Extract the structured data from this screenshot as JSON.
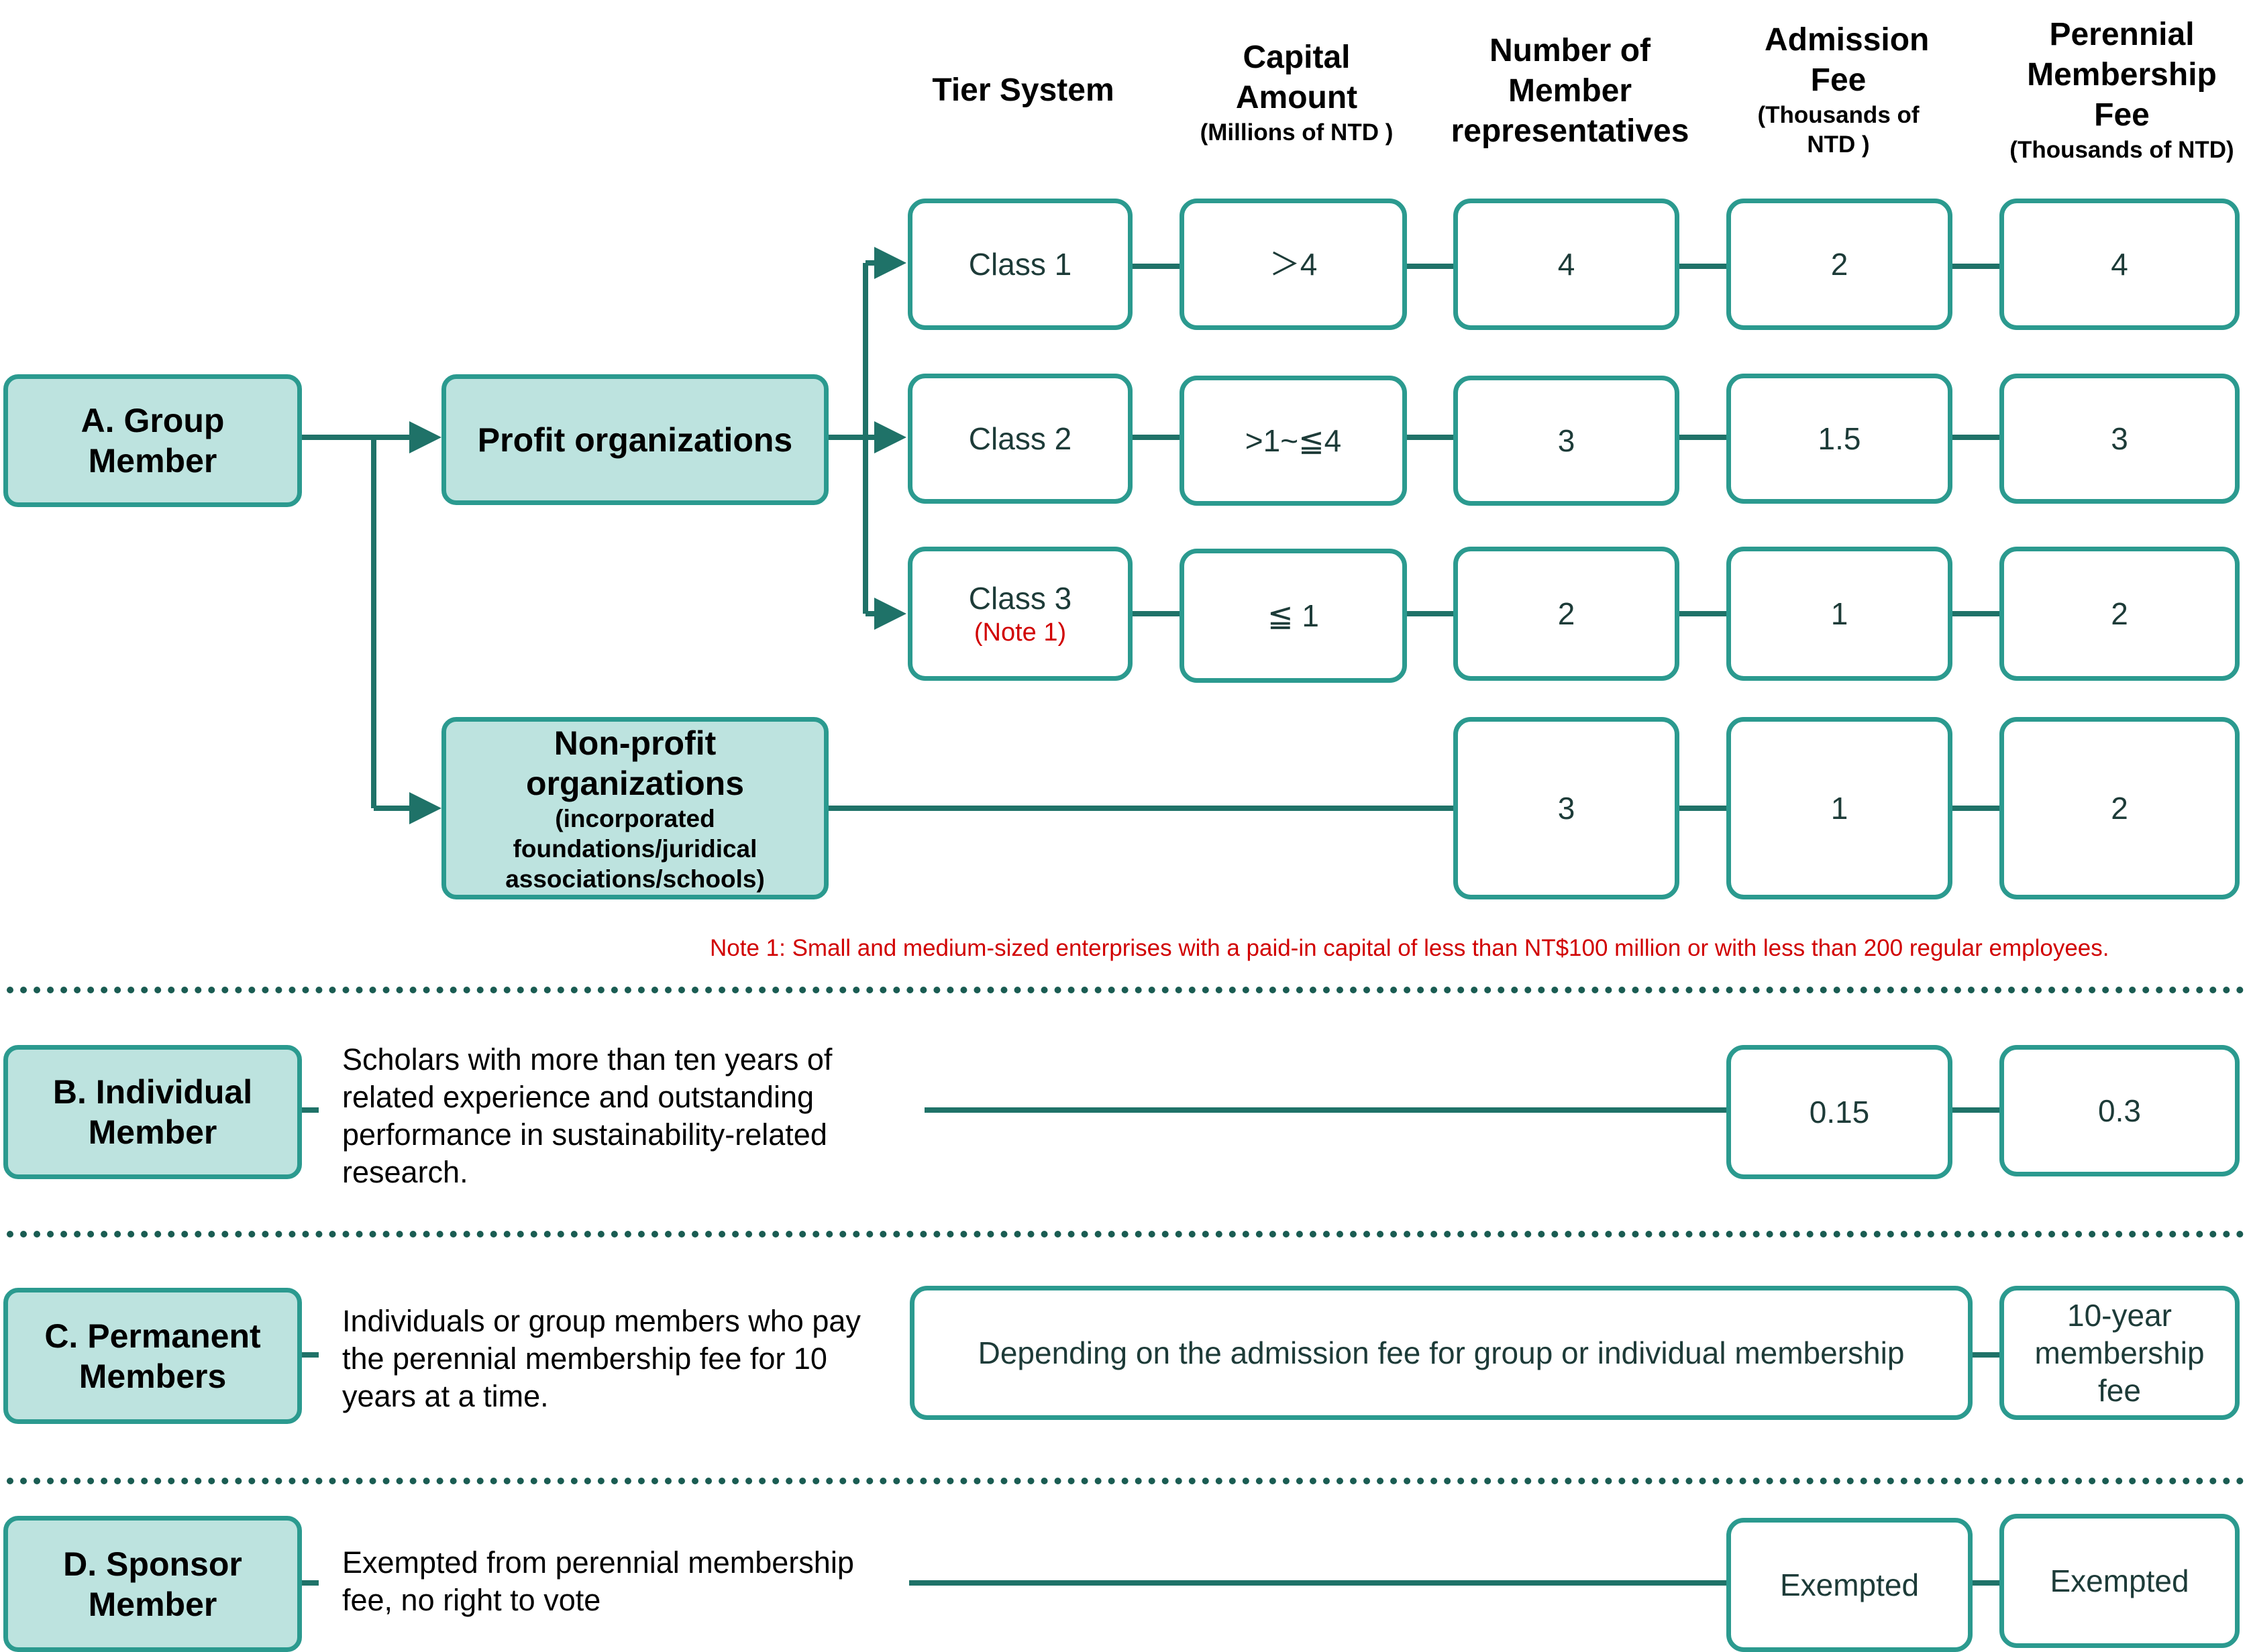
{
  "columns": {
    "tier": {
      "title": "Tier System",
      "sub": ""
    },
    "capital": {
      "title": "Capital Amount",
      "sub": "(Millions of NTD )"
    },
    "reps": {
      "title": "Number of Member representatives",
      "sub": ""
    },
    "admission": {
      "title": "Admission Fee",
      "sub": "(Thousands of NTD )"
    },
    "perennial": {
      "title": "Perennial Membership Fee",
      "sub": "(Thousands of NTD)"
    }
  },
  "group": {
    "label": "A. Group Member",
    "profit_label": "Profit organizations",
    "classes": [
      {
        "name": "Class 1",
        "note": "",
        "capital": "＞4",
        "reps": "4",
        "admission": "2",
        "perennial": "4"
      },
      {
        "name": "Class 2",
        "note": "",
        "capital": ">1~≦4",
        "reps": "3",
        "admission": "1.5",
        "perennial": "3"
      },
      {
        "name": "Class 3",
        "note": "(Note 1)",
        "capital": "≦ 1",
        "reps": "2",
        "admission": "1",
        "perennial": "2"
      }
    ],
    "nonprofit": {
      "label": "Non-profit organizations",
      "sub": "(incorporated foundations/juridical associations/schools)",
      "reps": "3",
      "admission": "1",
      "perennial": "2"
    },
    "note1": "Note 1: Small and medium-sized enterprises with a paid-in capital of less than NT$100 million or with less than 200 regular employees."
  },
  "individual": {
    "label": "B. Individual Member",
    "description": "Scholars with more than ten years of related experience and outstanding performance in sustainability-related research.",
    "admission": "0.15",
    "perennial": "0.3"
  },
  "permanent": {
    "label": "C. Permanent Members",
    "description": "Individuals or group members who pay the perennial membership fee for 10 years at a time.",
    "admission": "Depending on the admission fee for group or individual membership",
    "perennial": "10-year membership fee"
  },
  "sponsor": {
    "label": "D. Sponsor Member",
    "description": "Exempted from perennial membership fee, no right to vote",
    "admission": "Exempted",
    "perennial": "Exempted"
  },
  "colors": {
    "accent": "#2b9a8f",
    "fill": "#bde3df",
    "line": "#1f7268",
    "note": "#d10000",
    "divider": "#1a5c52"
  }
}
